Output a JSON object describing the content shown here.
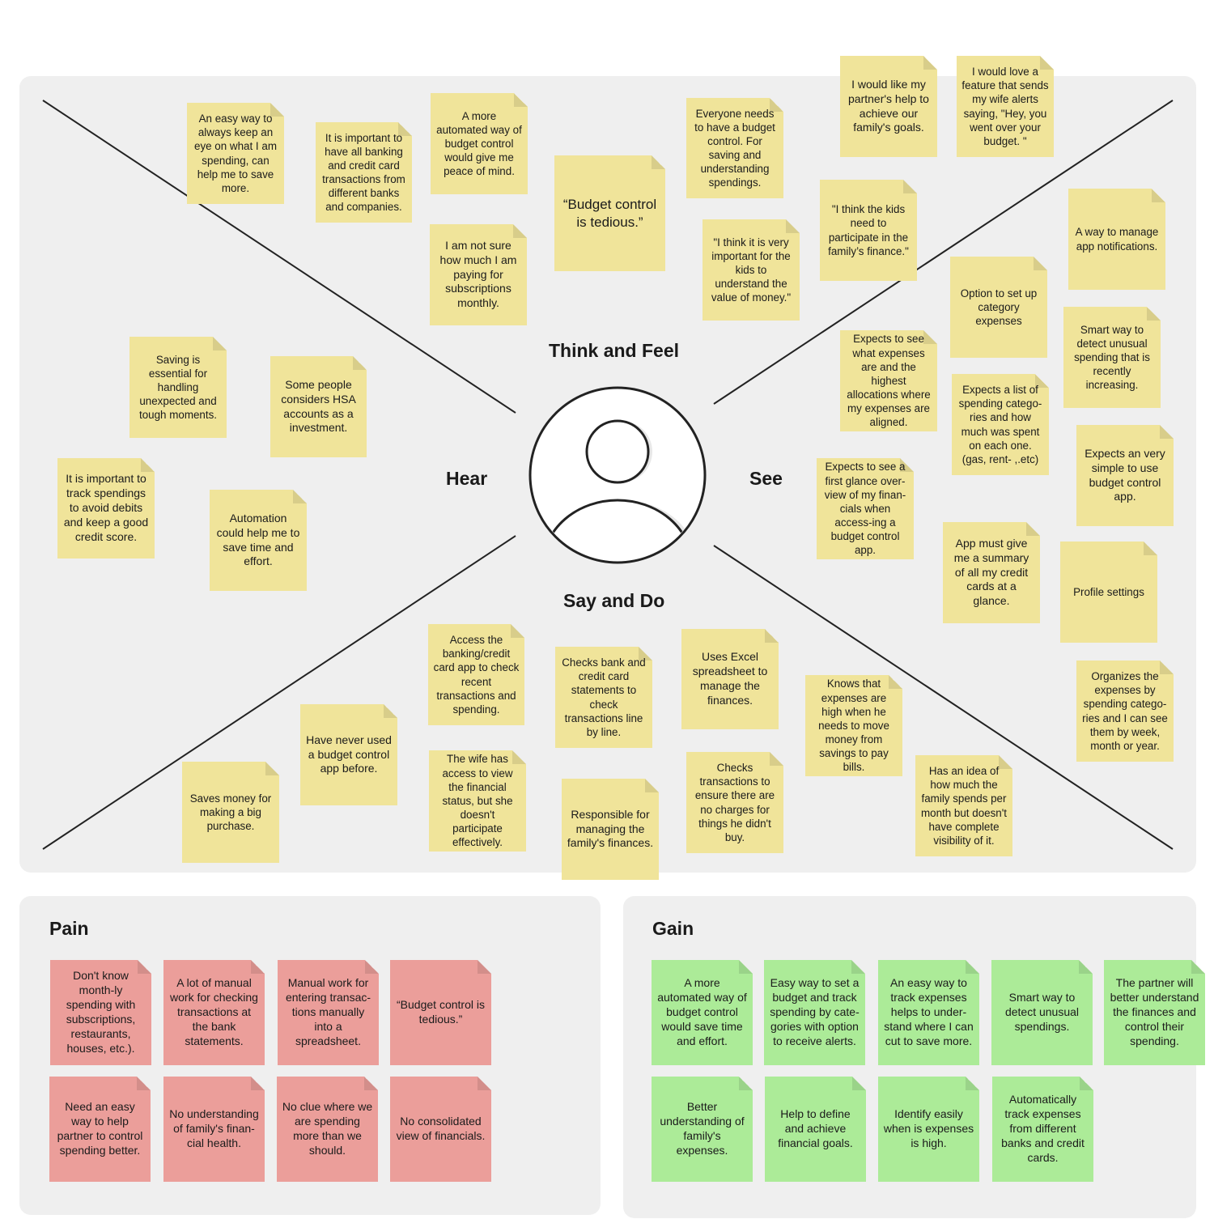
{
  "labels": {
    "think_feel": "Think and Feel",
    "hear": "Hear",
    "see": "See",
    "say_do": "Say and Do",
    "pain": "Pain",
    "gain": "Gain"
  },
  "think_feel_notes": [
    "An easy way to always keep an eye on what I am spending, can help me to save more.",
    "It is important to have all banking and credit card transactions from different banks and companies.",
    "A more automated way of budget control would give me peace of mind.",
    "I am not sure how much I am paying for subscriptions monthly.",
    "“Budget control is tedious.”",
    "Everyone needs to have a budget control. For saving and understanding spendings.",
    "\"I think it is very important for the kids to understand the value of money.\"",
    "I would like my partner's help to achieve our family's goals.",
    "I would love a feature that sends my wife alerts saying, \"Hey, you went over your budget. \"",
    "\"I think the kids need to participate in the family’s finance.\""
  ],
  "hear_notes": [
    "Saving is essential for handling unexpected and tough moments.",
    "Some people considers HSA accounts as a investment.",
    "It is important to track spendings to avoid debits and keep a good credit score.",
    "Automation could help me to save time and effort."
  ],
  "see_notes": [
    "A way to manage app notifications.",
    "Option to set up category expenses",
    "Smart way to detect unusual spending that is recently increasing.",
    "Expects to see what expenses are and the highest allocations where my expenses are aligned.",
    "Expects a list of spending catego-ries and how much was spent on each one. (gas, rent- ,.etc)",
    "Expects an very simple to use budget control app.",
    "Expects to see a first glance over-view of my finan-cials when access-ing a budget control app.",
    "App must give me a summary of all my credit cards at a glance.",
    "Profile settings",
    "Organizes the expenses by spending catego-ries and I can see them by week, month or year."
  ],
  "say_do_notes": [
    "Access the banking/credit card app to check recent transactions and spending.",
    "Checks bank and credit card statements to check transactions line by line.",
    "Uses Excel spreadsheet to manage the finances.",
    "Knows that expenses are high when he needs to move money from savings to pay bills.",
    "Have never used a budget control app before.",
    "Saves money for making a big purchase.",
    "The wife has access to view the financial status, but she doesn't participate effectively.",
    "Responsible for managing the family's finances.",
    "Checks transactions to ensure there are no charges for things he didn't buy.",
    "Has an idea of how much the family spends per month but doesn't have complete visibility of it."
  ],
  "pain_notes": [
    "Don't know month-ly spending with subscriptions, restaurants, houses, etc.).",
    "A lot of manual work for checking transactions at the bank statements.",
    "Manual work for entering transac-tions manually into a spreadsheet.",
    "“Budget control is tedious.”",
    "Need an easy way to help partner to control spending better.",
    "No understanding of family's finan-cial health.",
    "No clue where we are spending more than we should.",
    "No consolidated view of financials."
  ],
  "gain_notes": [
    "A more automated way of budget control would save time and effort.",
    "Easy way to set a budget and track spending by cate-gories with option to receive alerts.",
    "An easy way to track expenses helps to under-stand where I can cut to save more.",
    "Smart way to detect unusual spendings.",
    "The partner will better understand the finances and control their spending.",
    "Better understanding of family's expenses.",
    "Help to define and achieve financial goals.",
    "Identify easily when is expenses is high.",
    "Automatically track expenses from different banks and credit cards."
  ],
  "colors": {
    "yellow_note": "#f0e49a",
    "pain_note": "#eb9e9a",
    "gain_note": "#aceb98",
    "panel": "#efefef"
  }
}
